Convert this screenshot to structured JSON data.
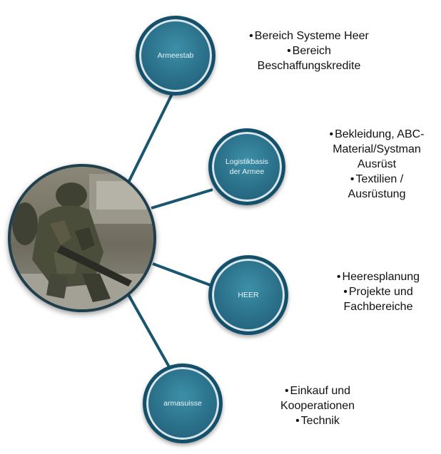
{
  "branches": [
    {
      "label": "Armeestab",
      "items": [
        "Bereich Systeme Heer",
        "Bereich Beschaffungskredite"
      ]
    },
    {
      "label": "Logistikbasis der Armee",
      "items": [
        "Bekleidung, ABC-Material/Systman Ausrüst",
        "Textilien / Ausrüstung"
      ]
    },
    {
      "label": "HEER",
      "items": [
        "Heeresplanung",
        "Projekte und Fachbereiche"
      ]
    },
    {
      "label": "armasuisse",
      "items": [
        "Einkauf und Kooperationen",
        "Technik"
      ]
    }
  ],
  "colors": {
    "node_fill": "#2a6f88",
    "node_border": "#15506a",
    "connector": "#1b5670"
  },
  "hub_image": "soldier-photo"
}
